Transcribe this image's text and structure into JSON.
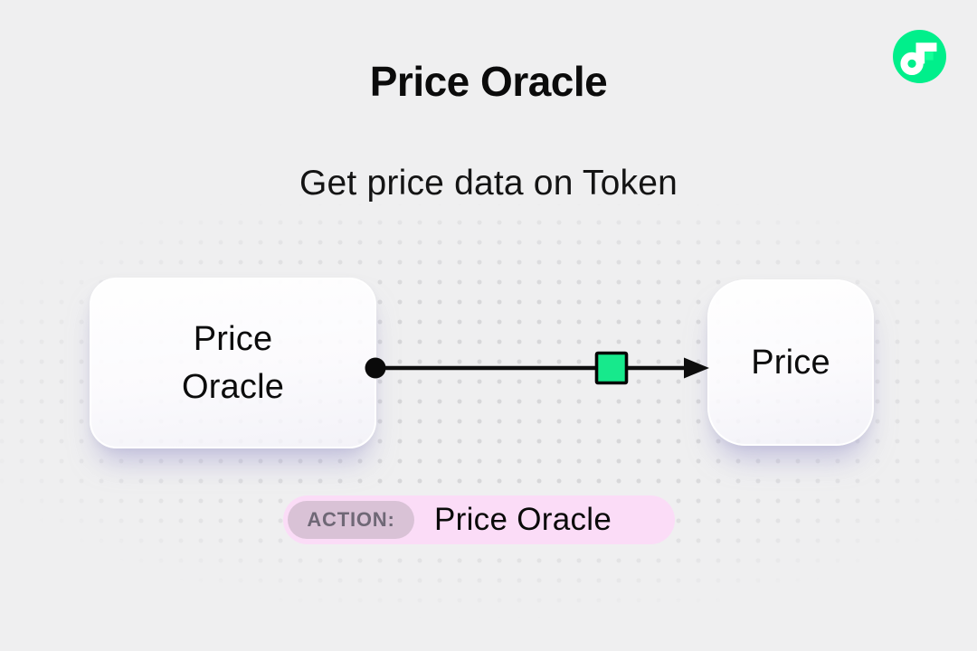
{
  "page": {
    "background_color": "#efeff0",
    "dot_color": "#d7d7d9"
  },
  "header": {
    "title": "Price Oracle",
    "subtitle": "Get price data on Token"
  },
  "brand": {
    "logo_name": "flow-logo",
    "logo_color": "#00ef8b",
    "logo_accent_color": "#16ff99"
  },
  "diagram": {
    "source_node": {
      "label": "Price Oracle"
    },
    "target_node": {
      "label": "Price"
    },
    "connector": {
      "line_color": "#0d0d0d",
      "handle_color": "#17e98c"
    }
  },
  "action_bar": {
    "badge_label": "ACTION:",
    "action_label": "Price Oracle",
    "background_color": "#fbdcf7",
    "badge_background_color": "#d9c2d6",
    "badge_text_color": "#6f6876"
  }
}
